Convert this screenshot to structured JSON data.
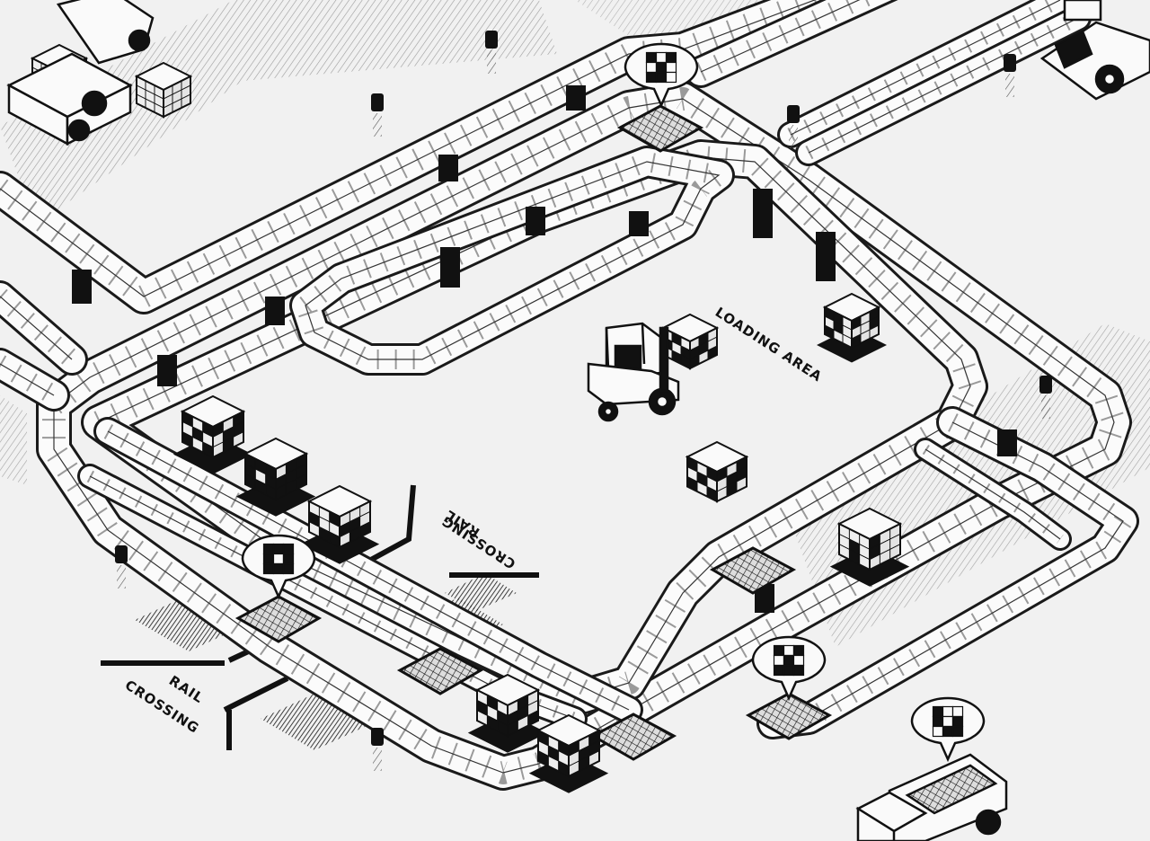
{
  "scene": {
    "labels": {
      "loading_area": "LOADING AREA",
      "rail_crossing_top_line1": "RAIL",
      "rail_crossing_top_line2": "CROSSING",
      "rail_crossing_bottom_line1": "RAIL",
      "rail_crossing_bottom_line2": "CROSSING"
    },
    "markers": [
      {
        "name": "pattern-marker-top",
        "pattern": [
          1,
          0,
          1,
          0,
          1,
          0,
          1,
          1,
          0
        ]
      },
      {
        "name": "pattern-marker-left",
        "pattern": [
          1,
          1,
          1,
          1,
          0,
          1,
          1,
          1,
          1
        ]
      },
      {
        "name": "pattern-marker-right",
        "pattern": [
          1,
          0,
          1,
          0,
          1,
          0,
          1,
          1,
          1
        ]
      },
      {
        "name": "pattern-marker-truck",
        "pattern": [
          1,
          0,
          0,
          1,
          0,
          1,
          0,
          1,
          1
        ]
      }
    ],
    "colors": {
      "background": "#f1f1f1",
      "ink": "#111111",
      "belt": "#fbfbfb"
    }
  }
}
